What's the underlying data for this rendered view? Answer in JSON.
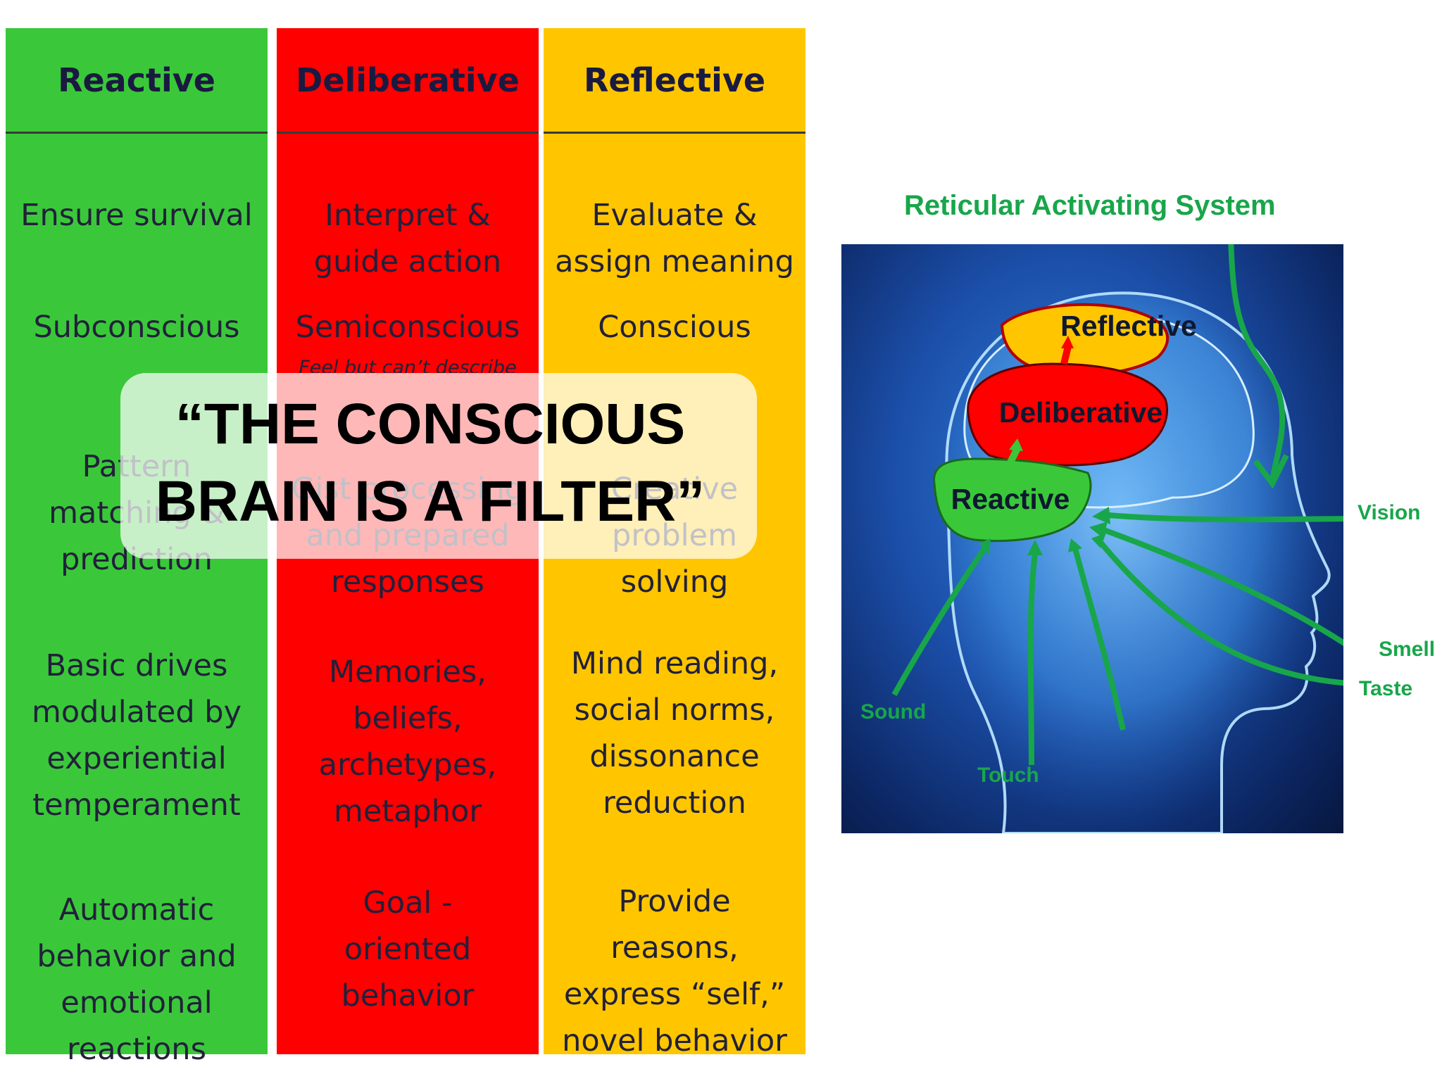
{
  "columns": [
    {
      "id": "reactive",
      "header": "Reactive",
      "color": "#3ac83a",
      "cells": [
        "Ensure survival",
        "Subconscious",
        "Pattern\nmatching &\nprediction",
        "Basic drives\nmodulated by\nexperiential\ntemperament",
        "Automatic\nbehavior and\nemotional\nreactions"
      ]
    },
    {
      "id": "deliberative",
      "header": "Deliberative",
      "color": "#fe0000",
      "cells": [
        "Interpret &\nguide action",
        "Semiconscious",
        "Gist processing\nand prepared\nresponses",
        "Memories,\nbeliefs,\narchetypes,\nmetaphor",
        "Goal -\noriented\nbehavior"
      ],
      "note": "Feel but can’t describe"
    },
    {
      "id": "reflective",
      "header": "Reflective",
      "color": "#ffc600",
      "cells": [
        "Evaluate &\nassign meaning",
        "Conscious",
        "Creative\nproblem\nsolving",
        "Mind reading,\nsocial norms,\ndissonance\nreduction",
        "Provide\nreasons,\nexpress “self,”\nnovel behavior"
      ]
    }
  ],
  "quote": "“THE CONSCIOUS\nBRAIN IS A FILTER”",
  "diagram": {
    "ras_label": "Reticular Activating System",
    "regions": {
      "reflective": "Reflective",
      "deliberative": "Deliberative",
      "reactive": "Reactive"
    },
    "senses": {
      "vision": "Vision",
      "smell": "Smell",
      "taste": "Taste",
      "sound": "Sound",
      "touch": "Touch"
    },
    "arrow_color": "#18a64a"
  }
}
